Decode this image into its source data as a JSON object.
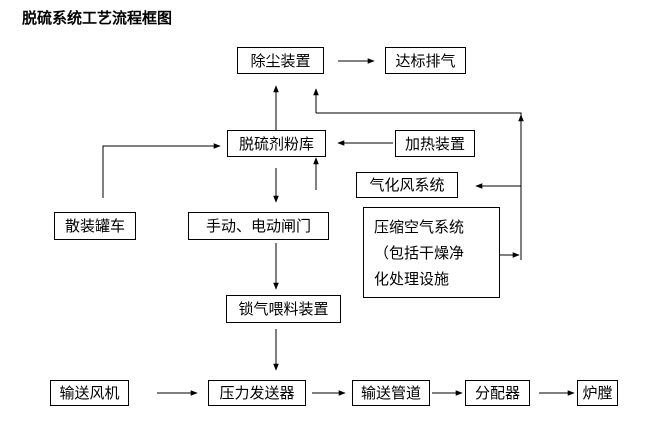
{
  "title": "脱硫系统工艺流程框图",
  "nodes": {
    "dust": "除尘装置",
    "exhaust": "达标排气",
    "silo": "脱硫剂粉库",
    "heater": "加热装置",
    "gasify": "气化风系统",
    "tanker": "散装罐车",
    "gate": "手动、电动闸门",
    "comp_l1": "压缩空气系统",
    "comp_l2": "（包括干燥净",
    "comp_l3": "化处理设施",
    "feeder": "锁气喂料装置",
    "fan": "输送风机",
    "pressure": "压力发送器",
    "pipe": "输送管道",
    "dist": "分配器",
    "furnace": "炉膛"
  }
}
